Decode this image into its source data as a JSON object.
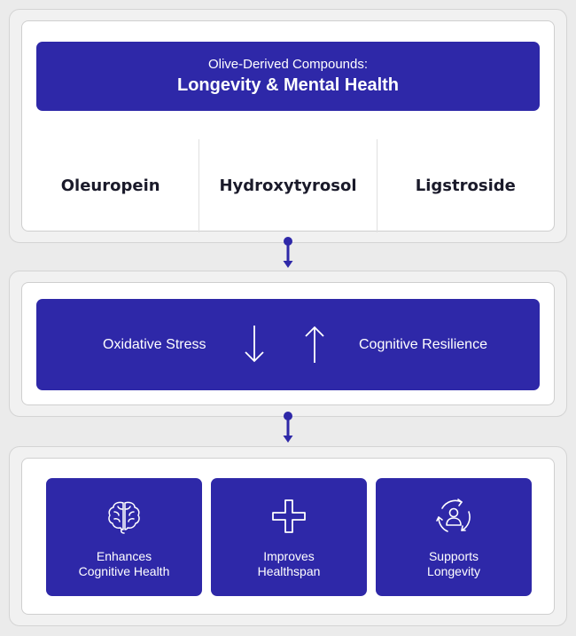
{
  "header": {
    "subtitle": "Olive-Derived Compounds:",
    "title": "Longevity & Mental Health"
  },
  "compounds": [
    "Oleuropein",
    "Hydroxytyrosol",
    "Ligstroside"
  ],
  "mechanism": {
    "left_text": "Oxidative Stress",
    "left_direction": "down-arrow-icon",
    "right_text": "Cognitive Resilience",
    "right_direction": "up-arrow-icon"
  },
  "outcomes": [
    {
      "icon": "brain-icon",
      "line1": "Enhances",
      "line2": "Cognitive Health"
    },
    {
      "icon": "plus-icon",
      "line1": "Improves",
      "line2": "Healthspan"
    },
    {
      "icon": "person-cycle-icon",
      "line1": "Supports",
      "line2": "Longevity"
    }
  ],
  "colors": {
    "accent": "#2e28a8",
    "background": "#ebebeb",
    "panel": "#ffffff",
    "text_dark": "#1a1a2a"
  }
}
